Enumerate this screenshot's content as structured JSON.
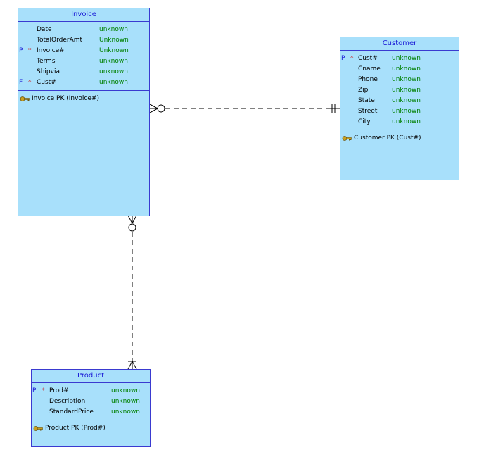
{
  "entities": {
    "invoice": {
      "title": "Invoice",
      "attributes": [
        {
          "key": "",
          "required": "",
          "name": "Date",
          "type": "unknown"
        },
        {
          "key": "",
          "required": "",
          "name": "TotalOrderAmt",
          "type": "Unknown"
        },
        {
          "key": "P",
          "required": "*",
          "name": "Invoice#",
          "type": "Unknown"
        },
        {
          "key": "",
          "required": "",
          "name": "Terms",
          "type": "unknown"
        },
        {
          "key": "",
          "required": "",
          "name": "Shipvia",
          "type": "unknown"
        },
        {
          "key": "F",
          "required": "*",
          "name": "Cust#",
          "type": "unknown"
        }
      ],
      "keys": [
        {
          "label": "Invoice PK (Invoice#)"
        }
      ]
    },
    "customer": {
      "title": "Customer",
      "attributes": [
        {
          "key": "P",
          "required": "*",
          "name": "Cust#",
          "type": "unknown"
        },
        {
          "key": "",
          "required": "",
          "name": "Cname",
          "type": "unknown"
        },
        {
          "key": "",
          "required": "",
          "name": "Phone",
          "type": "unknown"
        },
        {
          "key": "",
          "required": "",
          "name": "Zip",
          "type": "unknown"
        },
        {
          "key": "",
          "required": "",
          "name": "State",
          "type": "unknown"
        },
        {
          "key": "",
          "required": "",
          "name": "Street",
          "type": "unknown"
        },
        {
          "key": "",
          "required": "",
          "name": "City",
          "type": "unknown"
        }
      ],
      "keys": [
        {
          "label": "Customer PK (Cust#)"
        }
      ]
    },
    "product": {
      "title": "Product",
      "attributes": [
        {
          "key": "P",
          "required": "*",
          "name": "Prod#",
          "type": "unknown"
        },
        {
          "key": "",
          "required": "",
          "name": "Description",
          "type": "unknown"
        },
        {
          "key": "",
          "required": "",
          "name": "StandardPrice",
          "type": "unknown"
        }
      ],
      "keys": [
        {
          "label": "Product PK (Prod#)"
        }
      ]
    }
  },
  "relationships": [
    {
      "from": "invoice",
      "to": "customer",
      "from_end": "zero-or-many",
      "to_end": "exactly-one",
      "style": "dashed"
    },
    {
      "from": "invoice",
      "to": "product",
      "from_end": "zero-or-many",
      "to_end": "one-or-many",
      "style": "dashed"
    }
  ],
  "colors": {
    "entity_fill": "#a8e0fb",
    "entity_border": "#3a3ad0",
    "title_text": "#1a1ad6",
    "type_text": "#008000",
    "required_marker": "#d01a1a",
    "key_marker": "#1a1ad6"
  }
}
